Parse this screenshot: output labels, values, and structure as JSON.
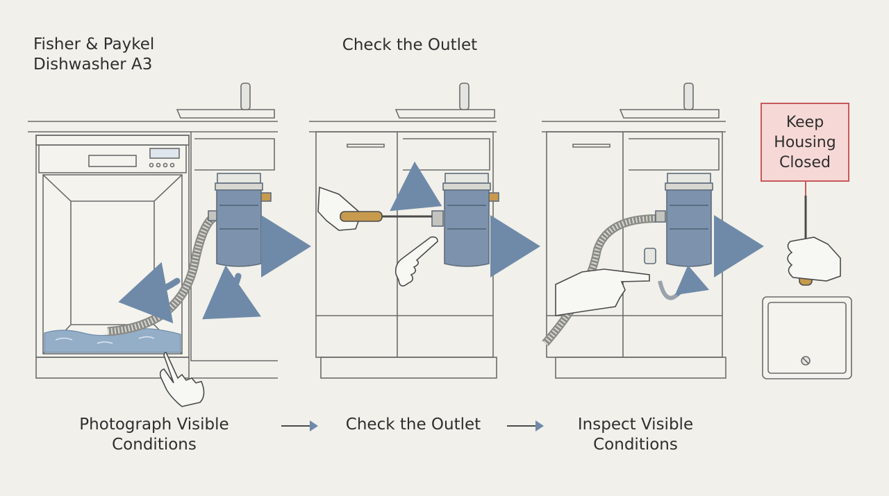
{
  "title": "Fisher & Paykel Dishwasher A3",
  "heading": "Check the Outlet",
  "warning": "Keep Housing Closed",
  "steps": [
    {
      "caption": "Photograph Visible Conditions"
    },
    {
      "caption": "Check the Outlet"
    },
    {
      "caption": "Inspect Visible Conditions"
    }
  ],
  "colors": {
    "background": "#f1f0ea",
    "line": "#6b6b6b",
    "disposal_blue": "#7d93ad",
    "arrow_blue": "#6f8aa8",
    "water": "#94aec8",
    "brass": "#c79a4e",
    "warning_fill": "#f6d9d6",
    "warning_border": "#c8585a"
  }
}
